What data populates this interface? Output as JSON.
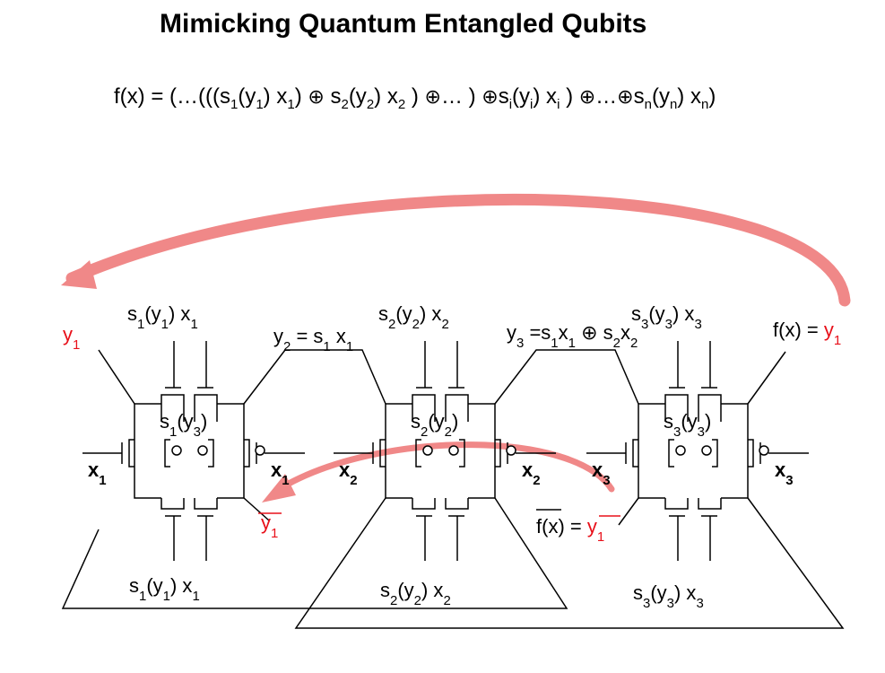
{
  "title": "Mimicking Quantum Entangled Qubits",
  "formula": {
    "lhs": "f(x) = ",
    "parts": [
      "(…(((s",
      "1",
      "(y",
      "1",
      ") x",
      "1",
      ") ",
      "⊕",
      " s",
      "2",
      "(y",
      "2",
      ") x",
      "2",
      " ) ",
      "⊕",
      "… ) ",
      "⊕",
      "s",
      "i",
      "(y",
      "i",
      ") x",
      "i",
      " ) ",
      "⊕",
      "…",
      "⊕",
      "s",
      "n",
      "(y",
      "n",
      ") x",
      "n",
      ")"
    ]
  },
  "colors": {
    "accent": "#e8101a",
    "arrow": "#f08888",
    "line": "#000000"
  },
  "labels": {
    "y1_out": "y",
    "y1_sub": "1",
    "y2_eq": "y",
    "y2_sub": "2",
    "y2_rhs": " = s",
    "y2_rhs_sub1": "1",
    "y2_rhs_x": " x",
    "y2_rhs_sub2": "1",
    "y3_eq": "y",
    "y3_sub": "3",
    "y3_rhs": " =s",
    "y3_a": "1",
    "y3_x": "x",
    "y3_b": "1",
    "y3_s": " s",
    "y3_c": "2",
    "y3_x2": "x",
    "y3_d": "2",
    "fx_eq": "f(x) = ",
    "fx_y": "y",
    "fx_sub": "1",
    "fxbar": "f(x) = ",
    "fxbar_y": "y",
    "fxbar_sub": "1",
    "y1bar": "y",
    "y1bar_sub": "1"
  },
  "gates": [
    {
      "top_s": "s",
      "top_i": "1",
      "top_y": "(y",
      "top_yi": "1",
      "top_x": ")  x",
      "top_xi": "1",
      "mid_s": "s",
      "mid_i": "1",
      "mid_y": "(y",
      "mid_yi": "3",
      "mid_close": ")",
      "left_x": "x",
      "left_xi": "1",
      "right_x": "x",
      "right_xi": "1",
      "bot_s": "s",
      "bot_i": "1",
      "bot_y": "(y",
      "bot_yi": "1",
      "bot_x": ")  x",
      "bot_xi": "1"
    },
    {
      "top_s": "s",
      "top_i": "2",
      "top_y": "(y",
      "top_yi": "2",
      "top_x": ")  x",
      "top_xi": "2",
      "mid_s": "s",
      "mid_i": "2",
      "mid_y": "(y",
      "mid_yi": "2",
      "mid_close": ")",
      "left_x": "x",
      "left_xi": "2",
      "right_x": "x",
      "right_xi": "2",
      "bot_s": "s",
      "bot_i": "2",
      "bot_y": "(y",
      "bot_yi": "2",
      "bot_x": ")  x",
      "bot_xi": "2"
    },
    {
      "top_s": "s",
      "top_i": "3",
      "top_y": "(y",
      "top_yi": "3",
      "top_x": ")  x",
      "top_xi": "3",
      "mid_s": "s",
      "mid_i": "3",
      "mid_y": "(y",
      "mid_yi": "3",
      "mid_close": ")",
      "left_x": "x",
      "left_xi": "3",
      "right_x": "x",
      "right_xi": "3",
      "bot_s": "s",
      "bot_i": "3",
      "bot_y": "(y",
      "bot_yi": "3",
      "bot_x": ")  x",
      "bot_xi": "3"
    }
  ]
}
